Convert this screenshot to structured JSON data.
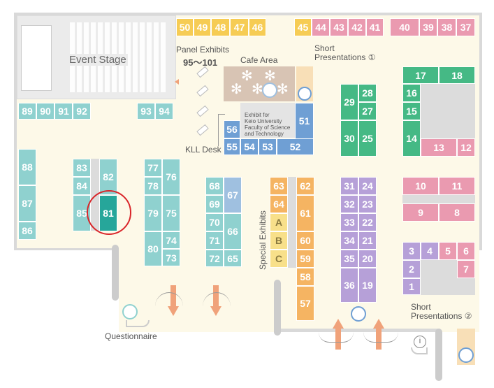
{
  "labels": {
    "event_stage": "Event Stage",
    "panel_exhibits": "Panel Exhibits",
    "panel_range": "95～101",
    "cafe_area": "Cafe Area",
    "short_presentations_1_line1": "Short",
    "short_presentations_1_line2": "Presentations ①",
    "kll_desk": "KLL Desk",
    "keio_line1": "Exhibit for",
    "keio_line2": "Keio University",
    "keio_line3": "Faculty of Science",
    "keio_line4": "and Technology",
    "special_exhibits": "Special Exhibits",
    "short_presentations_2_line1": "Short",
    "short_presentations_2_line2": "Presentations ②",
    "questionnaire": "Questionnaire"
  },
  "booths": {
    "b50": "50",
    "b49": "49",
    "b48": "48",
    "b47": "47",
    "b46": "46",
    "b45": "45",
    "b44": "44",
    "b43": "43",
    "b42": "42",
    "b41": "41",
    "b40": "40",
    "b39": "39",
    "b38": "38",
    "b37": "37",
    "b89": "89",
    "b90": "90",
    "b91": "91",
    "b92": "92",
    "b93": "93",
    "b94": "94",
    "b56": "56",
    "b55": "55",
    "b54": "54",
    "b53": "53",
    "b52": "52",
    "b51": "51",
    "b29": "29",
    "b28": "28",
    "b27": "27",
    "b30": "30",
    "b25": "25",
    "b17": "17",
    "b18": "18",
    "b16": "16",
    "b15": "15",
    "b14": "14",
    "b13": "13",
    "b12": "12",
    "b88": "88",
    "b87": "87",
    "b86": "86",
    "b83": "83",
    "b84": "84",
    "b85": "85",
    "b82": "82",
    "b81": "81",
    "b77": "77",
    "b78": "78",
    "b76": "76",
    "b79": "79",
    "b75": "75",
    "b80": "80",
    "b74": "74",
    "b73": "73",
    "b68": "68",
    "b69": "69",
    "b67": "67",
    "b70": "70",
    "b66": "66",
    "b71": "71",
    "b72": "72",
    "b65": "65",
    "b63": "63",
    "b64": "64",
    "bA": "A",
    "bB": "B",
    "bC": "C",
    "b62": "62",
    "b61": "61",
    "b60": "60",
    "b59": "59",
    "b58": "58",
    "b57": "57",
    "b31": "31",
    "b24": "24",
    "b32": "32",
    "b23": "23",
    "b33": "33",
    "b22": "22",
    "b34": "34",
    "b21": "21",
    "b35": "35",
    "b20": "20",
    "b36": "36",
    "b19": "19",
    "b10": "10",
    "b11": "11",
    "b9": "9",
    "b8": "8",
    "b3": "3",
    "b4": "4",
    "b5": "5",
    "b6": "6",
    "b2": "2",
    "b7": "7",
    "b1": "1"
  },
  "highlight": {
    "booth": "81",
    "color": "#d9262a"
  },
  "colors": {
    "floor": "#fdf9e8",
    "teal": "#8fd1cf",
    "teal_highlight": "#26a69a",
    "green": "#45b985",
    "blue": "#6f9fd4",
    "yellow": "#f6cc54",
    "orange": "#f5b462",
    "pink": "#ea9ab0",
    "purple": "#b6a0d8",
    "arrow": "#f0a27a"
  },
  "icons": [
    "presentation-icon",
    "info-icon",
    "questionnaire-icon",
    "entrance-arrow-icon",
    "cafe-table-icon"
  ]
}
